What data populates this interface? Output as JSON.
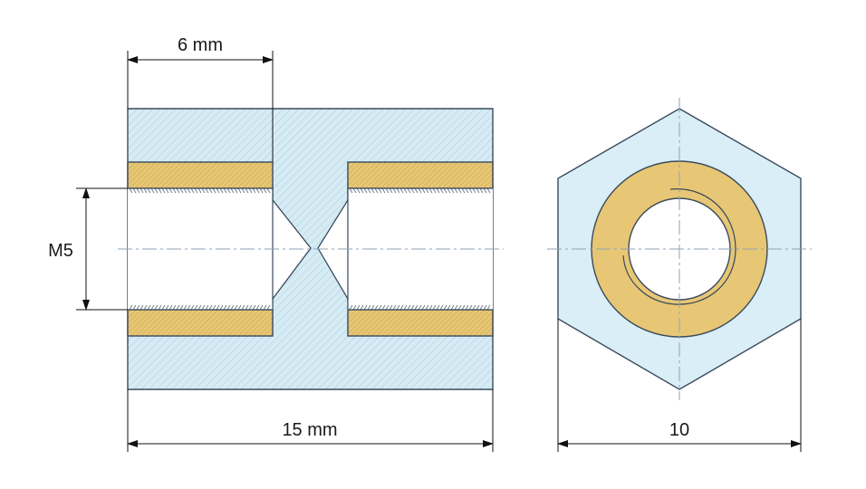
{
  "dimensions": {
    "top_width": "6 mm",
    "thread": "M5",
    "length": "15 mm",
    "across_flats": "10"
  },
  "colors": {
    "body_fill": "#d6ebf4",
    "brass_fill": "#e7c775",
    "outline": "#3a4a5c",
    "hatch": "#7fb3cc",
    "brass_hatch": "#8a6a1a",
    "centerline": "#8fa3b3"
  }
}
